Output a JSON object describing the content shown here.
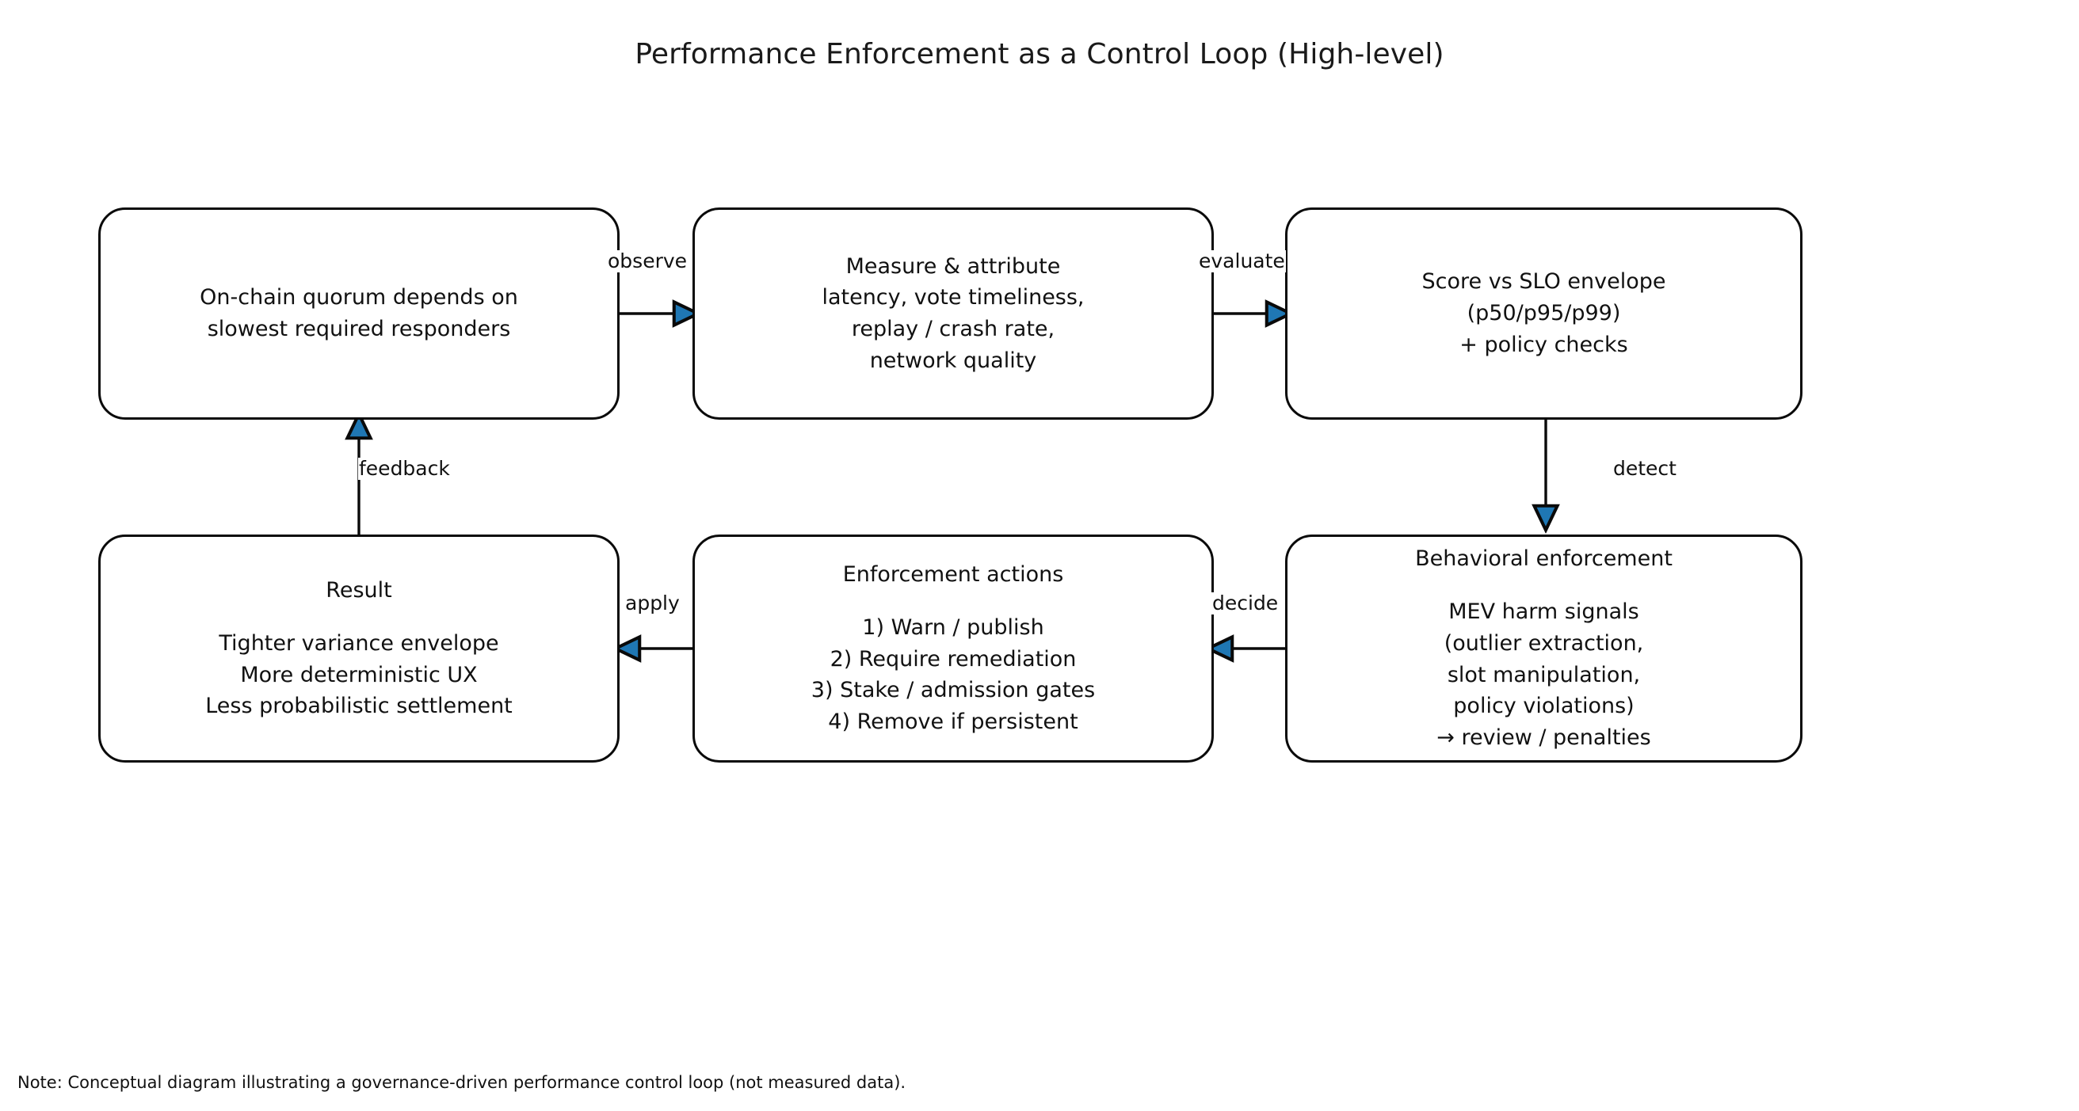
{
  "title": "Performance Enforcement as a Control Loop (High-level)",
  "footer_note": "Note: Conceptual diagram illustrating a governance-driven performance control loop (not measured data).",
  "colors": {
    "background": "#ffffff",
    "node_border": "#0a0a0a",
    "node_fill": "#ffffff",
    "text": "#111111",
    "connector": "#0a0a0a",
    "arrowhead_fill": "#1f77b4"
  },
  "chart_data": {
    "type": "diagram",
    "title": "Performance Enforcement as a Control Loop (High-level)",
    "layout": "2 rows x 3 columns, cyclic control loop",
    "nodes": [
      {
        "id": "quorum",
        "row": 1,
        "col": 1,
        "heading": "",
        "lines": [
          "On-chain quorum depends on",
          "slowest required responders"
        ]
      },
      {
        "id": "measure",
        "row": 1,
        "col": 2,
        "heading": "",
        "lines": [
          "Measure & attribute",
          "latency, vote timeliness,",
          "replay / crash rate,",
          "network quality"
        ]
      },
      {
        "id": "score",
        "row": 1,
        "col": 3,
        "heading": "",
        "lines": [
          "Score vs SLO envelope",
          "(p50/p95/p99)",
          "+ policy checks"
        ]
      },
      {
        "id": "result",
        "row": 2,
        "col": 1,
        "heading": "Result",
        "lines": [
          "Tighter variance envelope",
          "More deterministic UX",
          "Less probabilistic settlement"
        ]
      },
      {
        "id": "actions",
        "row": 2,
        "col": 2,
        "heading": "Enforcement actions",
        "lines": [
          "1) Warn / publish",
          "2) Require remediation",
          "3) Stake / admission gates",
          "4) Remove if persistent"
        ]
      },
      {
        "id": "behavioral",
        "row": 2,
        "col": 3,
        "heading": "Behavioral enforcement",
        "lines": [
          "MEV harm signals",
          "(outlier extraction,",
          "slot manipulation,",
          "policy violations)",
          "→ review / penalties"
        ]
      }
    ],
    "edges": [
      {
        "id": "observe",
        "from": "quorum",
        "to": "measure",
        "label": "observe",
        "direction": "right"
      },
      {
        "id": "evaluate",
        "from": "measure",
        "to": "score",
        "label": "evaluate",
        "direction": "right"
      },
      {
        "id": "detect",
        "from": "score",
        "to": "behavioral",
        "label": "detect",
        "direction": "down"
      },
      {
        "id": "decide",
        "from": "behavioral",
        "to": "actions",
        "label": "decide",
        "direction": "left"
      },
      {
        "id": "apply",
        "from": "actions",
        "to": "result",
        "label": "apply",
        "direction": "left"
      },
      {
        "id": "feedback",
        "from": "result",
        "to": "quorum",
        "label": "feedback",
        "direction": "up"
      }
    ]
  },
  "nodes": {
    "quorum": {
      "heading": "",
      "body": "On-chain quorum depends on\nslowest required responders"
    },
    "measure": {
      "heading": "",
      "body": "Measure & attribute\nlatency, vote timeliness,\nreplay / crash rate,\nnetwork quality"
    },
    "score": {
      "heading": "",
      "body": "Score vs SLO envelope\n(p50/p95/p99)\n+ policy checks"
    },
    "result": {
      "heading": "Result",
      "body": "Tighter variance envelope\nMore deterministic UX\nLess probabilistic settlement"
    },
    "actions": {
      "heading": "Enforcement actions",
      "body": "1) Warn / publish\n2) Require remediation\n3) Stake / admission gates\n4) Remove if persistent"
    },
    "behavioral": {
      "heading": "Behavioral enforcement",
      "body": "MEV harm signals\n(outlier extraction,\nslot manipulation,\npolicy violations)\n→ review / penalties"
    }
  },
  "edge_labels": {
    "observe": "observe",
    "evaluate": "evaluate",
    "detect": "detect",
    "decide": "decide",
    "apply": "apply",
    "feedback": "feedback"
  }
}
